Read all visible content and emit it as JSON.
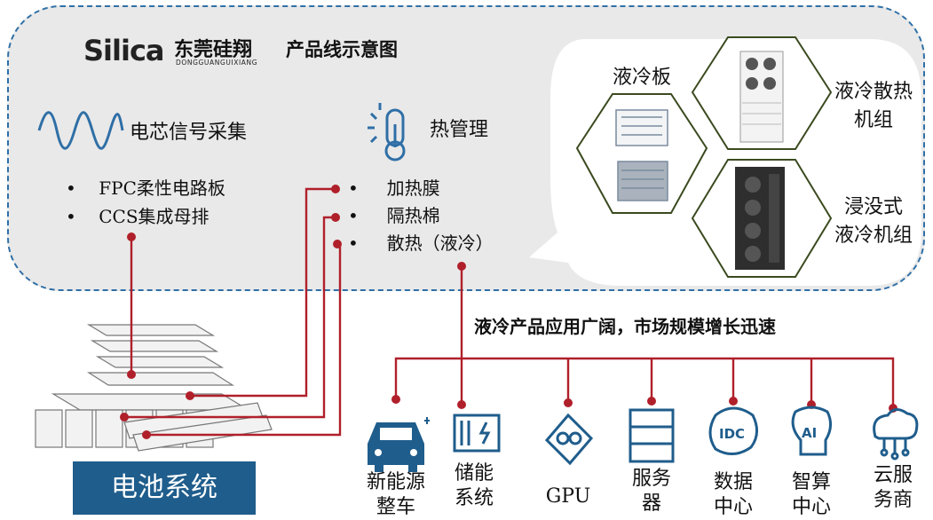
{
  "header": {
    "logo_word": "Silica",
    "logo_cn": "东莞硅翔",
    "logo_pinyin": "DONGGUANGUIXIANG",
    "title": "产品线示意图"
  },
  "signal": {
    "title": "电芯信号采集",
    "icon": "wave-icon",
    "items": [
      "FPC柔性电路板",
      "CCS集成母排"
    ]
  },
  "thermal": {
    "title": "热管理",
    "icon": "thermometer-icon",
    "items": [
      "加热膜",
      "隔热棉",
      "散热（液冷）"
    ]
  },
  "bubble": {
    "plate": "液冷板",
    "unit": "液冷散热\n机组",
    "immersion": "浸没式\n液冷机组"
  },
  "tagline": "液冷产品应用广阔，市场规模增长迅速",
  "battery_system": "电池系统",
  "applications": [
    {
      "label": "新能源\n整车",
      "icon": "car-icon"
    },
    {
      "label": "储能\n系统",
      "icon": "energy-storage-icon"
    },
    {
      "label": "GPU",
      "icon": "gpu-icon"
    },
    {
      "label": "服务\n器",
      "icon": "server-icon"
    },
    {
      "label": "数据\n中心",
      "icon": "idc-icon"
    },
    {
      "label": "智算\n中心",
      "icon": "ai-icon"
    },
    {
      "label": "云服\n务商",
      "icon": "cloud-icon"
    }
  ],
  "colors": {
    "accent": "#1f5d8c",
    "connector": "#b0202a",
    "hex_border": "#3b4a1f",
    "panel_border": "#2f6fa6"
  }
}
